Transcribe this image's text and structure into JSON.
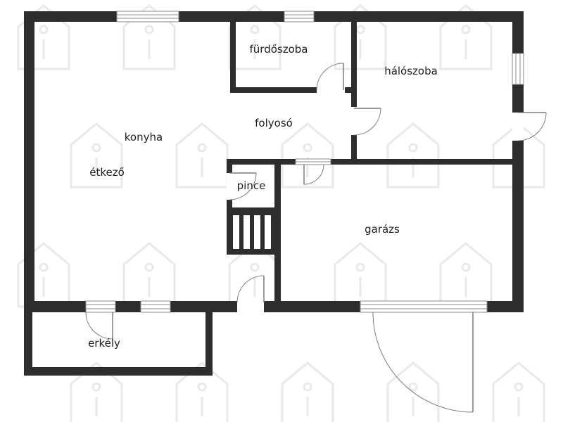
{
  "plan": {
    "colors": {
      "wall": "#2d2d2d",
      "background": "#ffffff",
      "fixture": "#8a8a8a",
      "watermark": "#e9e9e9"
    },
    "rooms": {
      "furdoszoba": "fürdőszoba",
      "haloszoba": "hálószoba",
      "folyoso": "folyosó",
      "konyha": "konyha",
      "etkezo": "étkező",
      "pince": "pince",
      "garazs": "garázs",
      "erkely": "erkély"
    },
    "watermark_icon": "house-info-icon"
  }
}
